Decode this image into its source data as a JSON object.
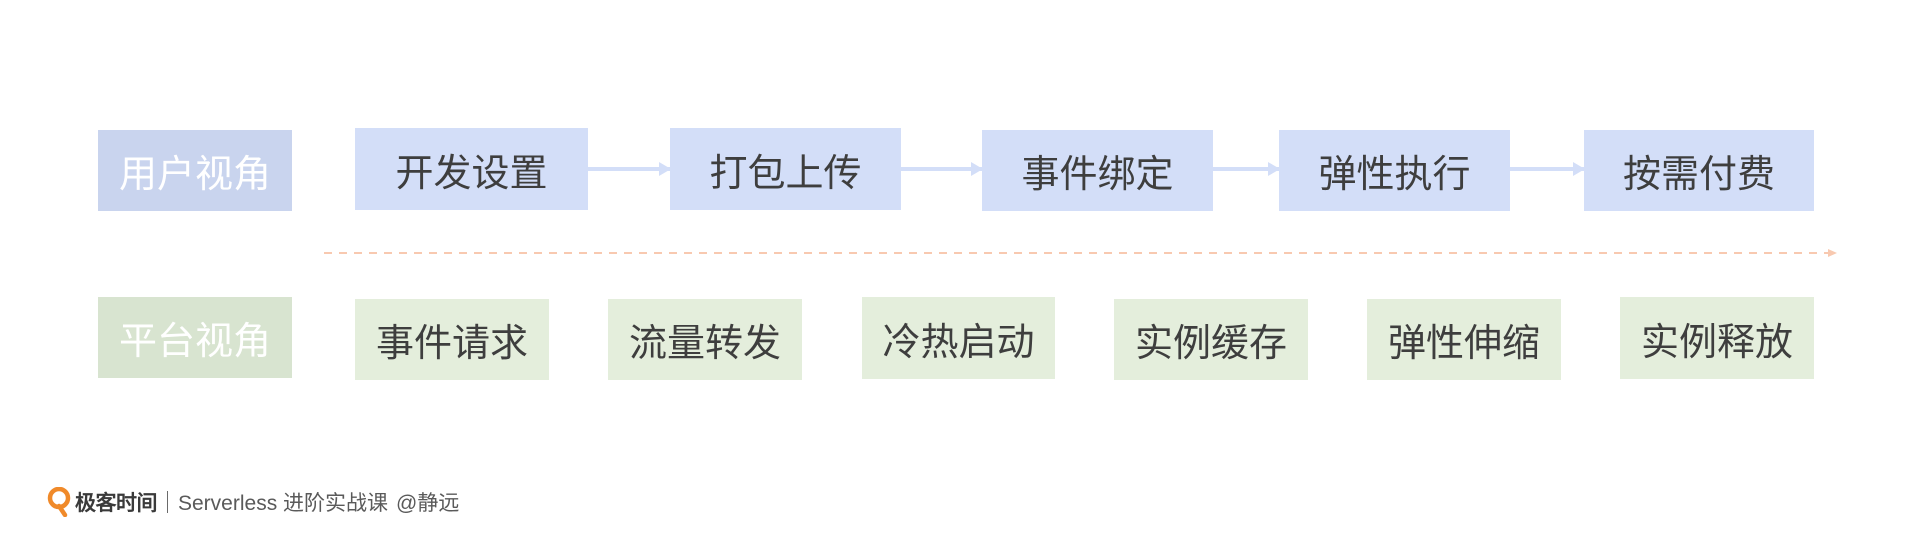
{
  "user_row": {
    "label": "用户视角",
    "steps": [
      "开发设置",
      "打包上传",
      "事件绑定",
      "弹性执行",
      "按需付费"
    ]
  },
  "platform_row": {
    "label": "平台视角",
    "steps": [
      "事件请求",
      "流量转发",
      "冷热启动",
      "实例缓存",
      "弹性伸缩",
      "实例释放"
    ]
  },
  "colors": {
    "user_label_bg": "#c9d4ee",
    "user_step_bg": "#d3def8",
    "platform_label_bg": "#d8e4d0",
    "platform_step_bg": "#e4eedc",
    "arrow": "#d3def8",
    "divider": "#f8c9b0",
    "logo": "#f08a2a"
  },
  "footer": {
    "brand": "极客时间",
    "course": "Serverless 进阶实战课",
    "author": "@静远"
  }
}
